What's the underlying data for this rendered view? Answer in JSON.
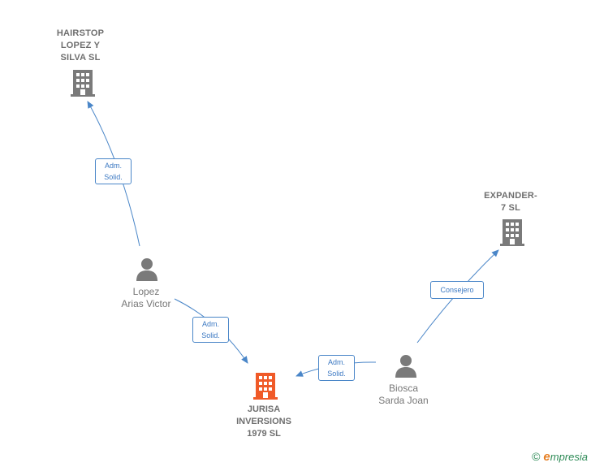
{
  "nodes": {
    "hairstop": {
      "label": "HAIRSTOP\nLOPEZ Y\nSILVA SL",
      "icon": "building-icon",
      "color": "#7a7a7a"
    },
    "expander": {
      "label": "EXPANDER-\n7 SL",
      "icon": "building-icon",
      "color": "#7a7a7a"
    },
    "jurisa": {
      "label": "JURISA\nINVERSIONS\n1979  SL",
      "icon": "building-icon",
      "color": "#f05a28"
    },
    "lopez": {
      "label": "Lopez\nArias Victor",
      "icon": "person-icon",
      "color": "#7a7a7a"
    },
    "biosca": {
      "label": "Biosca\nSarda Joan",
      "icon": "person-icon",
      "color": "#7a7a7a"
    }
  },
  "edges": {
    "lopez_hairstop": {
      "label": "Adm.\nSolid."
    },
    "lopez_jurisa": {
      "label": "Adm.\nSolid."
    },
    "biosca_jurisa": {
      "label": "Adm.\nSolid."
    },
    "biosca_expander": {
      "label": "Consejero"
    }
  },
  "edge_color": "#4a86c8",
  "footer": {
    "copyright": "©",
    "brand_e": "e",
    "brand_rest": "mpresia"
  }
}
